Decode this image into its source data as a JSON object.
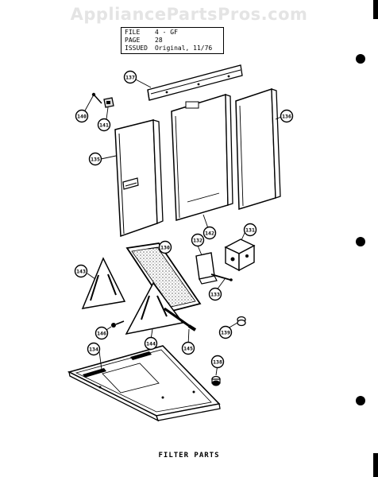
{
  "watermark": "AppliancePartsPros.com",
  "info": {
    "file_label": "FILE",
    "file_value": "4 - GF",
    "page_label": "PAGE",
    "page_value": "28",
    "issued_label": "ISSUED",
    "issued_value": "Original, 11/76"
  },
  "caption": "FILTER PARTS",
  "callouts": [
    "137",
    "140",
    "141",
    "136",
    "135",
    "142",
    "130",
    "132",
    "131",
    "143",
    "133",
    "146",
    "144",
    "145",
    "139",
    "134",
    "138"
  ]
}
